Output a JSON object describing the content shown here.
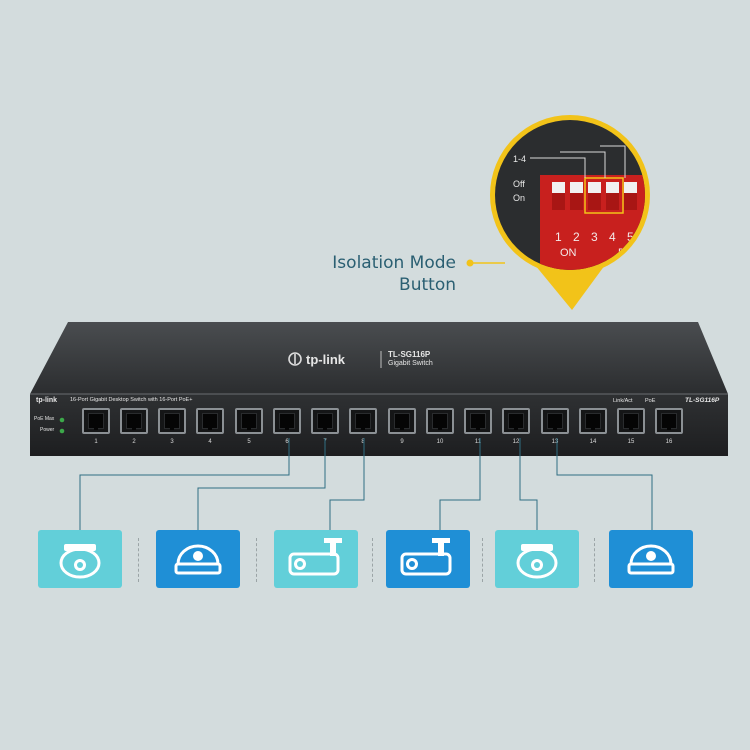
{
  "callout": {
    "label_line1": "Isolation Mode",
    "label_line2": "Button",
    "dip_labels": {
      "group": "1-4",
      "off": "Off",
      "on": "On",
      "numbers": [
        "1",
        "2",
        "3",
        "4",
        "5"
      ],
      "on_mark": "ON",
      "edge_letter": "D"
    },
    "colors": {
      "yellow": "#f2c319",
      "dip_red": "#c8201e",
      "label": "#2a5f72"
    }
  },
  "switch": {
    "brand": "tp-link",
    "model": "TL-SG116P",
    "subtitle": "Gigabit Switch",
    "left_brand": "tp-link",
    "description": "16-Port Gigabit Desktop Switch with 16-Port PoE+",
    "led_poe_max": "PoE Max",
    "led_power": "Power",
    "link_act": "Link/Act",
    "poe": "PoE",
    "model_right": "TL-SG116P",
    "port_numbers": [
      "1",
      "2",
      "3",
      "4",
      "5",
      "6",
      "7",
      "8",
      "9",
      "10",
      "11",
      "12",
      "13",
      "14",
      "15",
      "16"
    ]
  },
  "cameras": [
    {
      "type": "dome-camera-icon",
      "bg": "#62cfd9"
    },
    {
      "type": "dome-camera-icon",
      "bg": "#1f8fd6"
    },
    {
      "type": "bullet-camera-icon",
      "bg": "#62cfd9"
    },
    {
      "type": "bullet-camera-icon",
      "bg": "#1f8fd6"
    },
    {
      "type": "dome-camera-icon",
      "bg": "#62cfd9"
    },
    {
      "type": "dome-camera-icon",
      "bg": "#1f8fd6"
    }
  ]
}
